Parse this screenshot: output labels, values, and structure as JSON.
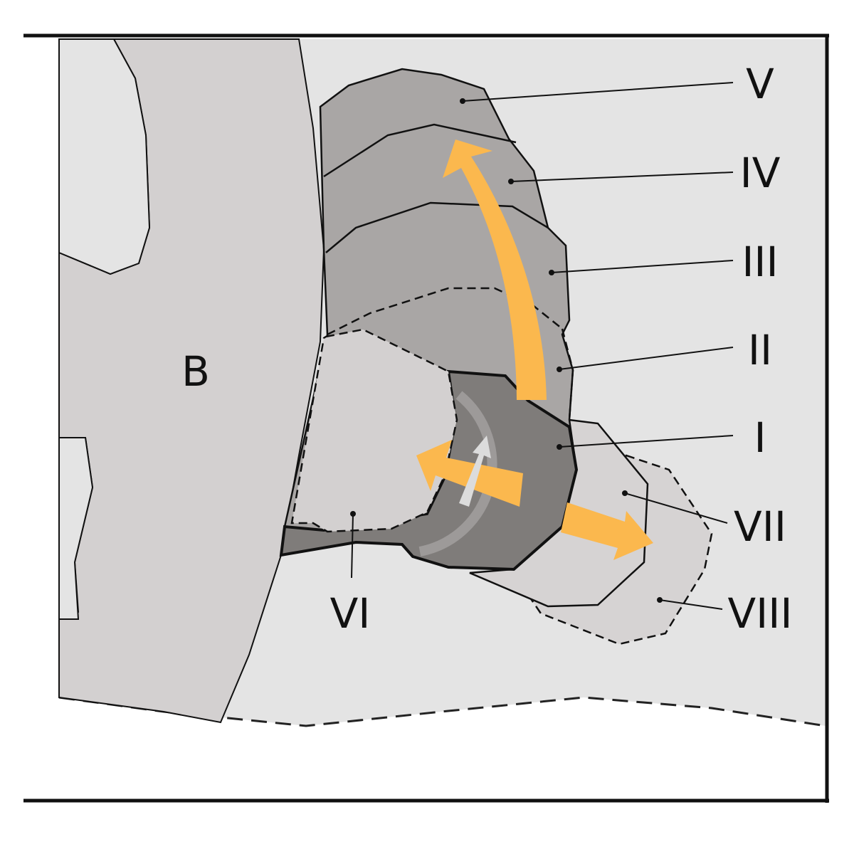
{
  "labels": {
    "b": "B",
    "v": "V",
    "iv": "IV",
    "iii": "III",
    "ii": "II",
    "i": "I",
    "vii": "VII",
    "viii": "VIII",
    "vi": "VI"
  },
  "colors": {
    "background": "#e4e4e4",
    "bone": "#d3d0d0",
    "stack": "#a9a6a5",
    "core": "#7f7c7a",
    "ring": "#9d9a99",
    "arrow": "#fbb84e",
    "small_arrow": "#dcdcdc"
  }
}
